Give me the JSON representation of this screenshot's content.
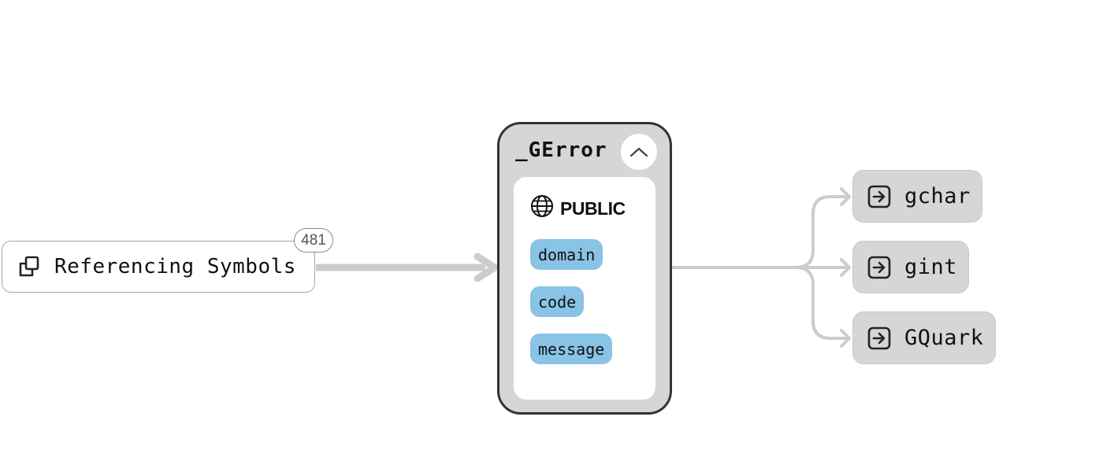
{
  "reference_node": {
    "label": "Referencing Symbols",
    "count": "481",
    "icon": "copy-icon"
  },
  "main_node": {
    "title": "_GError",
    "collapse_icon": "chevron-up-icon",
    "section": {
      "icon": "globe-icon",
      "label": "PUBLIC"
    },
    "members": [
      "domain",
      "code",
      "message"
    ],
    "member_color": "#89c3e5"
  },
  "type_nodes": [
    {
      "label": "gchar",
      "icon": "arrow-into-box-icon"
    },
    {
      "label": "gint",
      "icon": "arrow-into-box-icon"
    },
    {
      "label": "GQuark",
      "icon": "arrow-into-box-icon"
    }
  ],
  "colors": {
    "edge": "#cccccc",
    "node_fill": "#d6d6d6",
    "main_border": "#333333"
  }
}
